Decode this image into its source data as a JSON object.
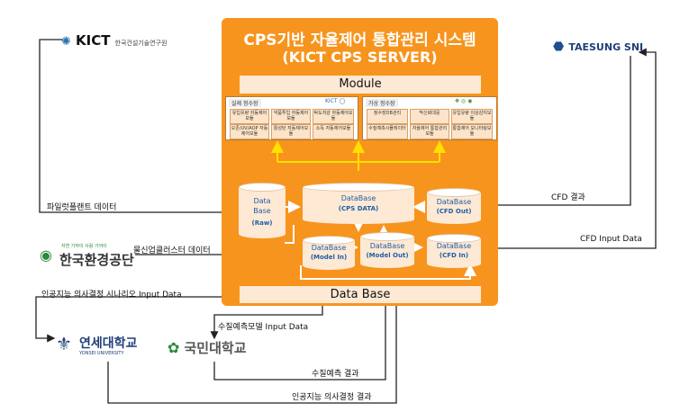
{
  "system": {
    "title_line1": "CPS기반 자율제어 통합관리 시스템",
    "title_line2": "(KICT CPS SERVER)",
    "module_label": "Module",
    "database_label": "Data Base"
  },
  "module_panels": {
    "real": {
      "title": "실제 정수장",
      "items": [
        "유입유량 자동제어모듈",
        "약품투입 자동제어모듈",
        "탁도저감 자동제어모듈",
        "오존/UV/AOP 자동제어모듈",
        "활성탄 자동제어모듈",
        "소독 자동제어모듈"
      ]
    },
    "virtual": {
      "title": "가상 정수장",
      "items": [
        "정수장DB관리",
        "막신뢰대응",
        "유입유량 이상감지모듈",
        "수질예측시뮬레이터",
        "자율제어 통합관리모듈",
        "통합제어 모니터링모듈"
      ]
    }
  },
  "databases": {
    "raw": {
      "line1": "Data",
      "line2": "Base",
      "line3": "(Raw)"
    },
    "cps": {
      "name": "DataBase",
      "sub": "(CPS DATA)"
    },
    "cfd_out": {
      "name": "DataBase",
      "sub": "(CFD Out)"
    },
    "model_in": {
      "name": "DataBase",
      "sub": "(Model In)"
    },
    "model_out": {
      "name": "DataBase",
      "sub": "(Model Out)"
    },
    "cfd_in": {
      "name": "DataBase",
      "sub": "(CFD In)"
    }
  },
  "organizations": {
    "kict": {
      "short": "KICT",
      "full": "한국건설기술연구원"
    },
    "taesung": {
      "name": "TAESUNG SNI"
    },
    "keco": {
      "slogan": "자연 가까이 사람 가까이",
      "name": "한국환경공단"
    },
    "yonsei": {
      "name": "연세대학교",
      "english": "YONSEI UNIVERSITY"
    },
    "kookmin": {
      "name": "국민대학교"
    }
  },
  "flows": {
    "pilot_plant": "파일럿플랜트 데이터",
    "particle_counter": "물신업클러스터 데이터",
    "ai_scenario": "인공지능 의사결정 시나리오 Input Data",
    "water_quality_input": "수질예측모델 Input Data",
    "cfd_result": "CFD 결과",
    "cfd_input": "CFD Input Data",
    "water_quality_result": "수질예측 결과",
    "ai_result": "인공지능 의사결정 결과"
  },
  "colors": {
    "system_orange": "#f7941d",
    "band": "#fde9d4",
    "db_text": "#1f5fa8",
    "yellow_arrow": "#ffe000"
  }
}
